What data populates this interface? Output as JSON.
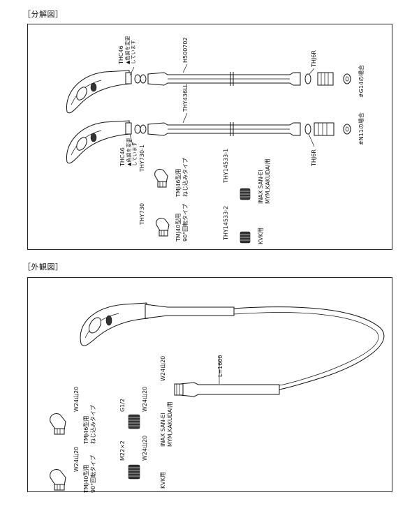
{
  "sections": {
    "exploded_title": "［分解図］",
    "external_title": "［外観図］"
  },
  "exploded": {
    "hose1_label": "H500702",
    "hose2_label": "THY436LL",
    "head1_code": "THC46",
    "head1_note1": "▲色調を変更",
    "head1_note2": "しています",
    "head2_code": "THC46",
    "head2_note1": "▲色調を変更",
    "head2_note2": "しています",
    "ring_right1": "THJ6R",
    "ring_right2": "THJ6R",
    "g14_case": "#G14の場合",
    "n11_case": "#N11の場合",
    "adapter1_code": "THY730-1",
    "adapter1_desc1": "TMJ46型用",
    "adapter1_desc2": "ねじ込みタイプ",
    "adapter2_code": "THY730",
    "adapter2_desc1": "TMJ40型用",
    "adapter2_desc2": "90°回転タイプ",
    "nut1_code": "THY14533-1",
    "nut1_desc1": "INAX SAN-EI",
    "nut1_desc2": "MYM,KAKUDAI用",
    "nut2_code": "THY14533-2",
    "nut2_desc": "KVK用"
  },
  "external": {
    "length_label": "L=1600",
    "w_main": "W24山20",
    "inax_desc1": "INAX SAN-EI",
    "inax_desc2": "MYM,KAKUDAI用",
    "a1_w": "W24山20",
    "a1_desc1": "TMJ46型用",
    "a1_desc2": "ねじ込みタイプ",
    "a2_w": "W24山20",
    "a2_desc1": "TMJ40型用",
    "a2_desc2": "90°回転タイプ",
    "g12": "G1/2",
    "g12_w": "W24山20",
    "m22": "M22×2",
    "m22_w": "W24山20",
    "kvk": "KVK用"
  }
}
